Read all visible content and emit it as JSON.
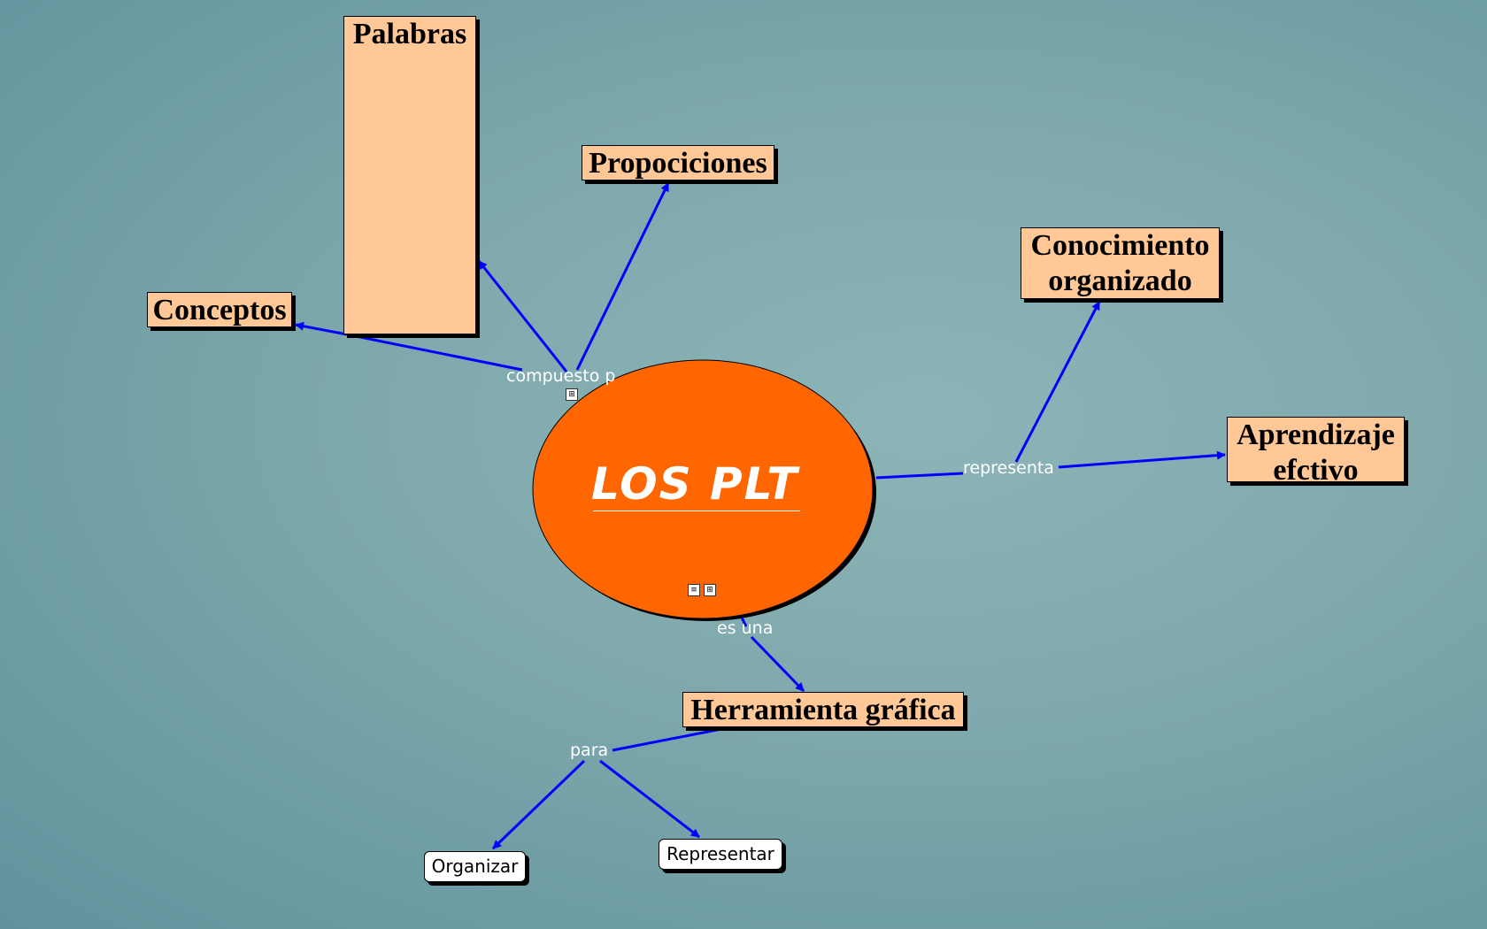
{
  "center": {
    "title": "LOS PLT",
    "fill": "#ff6600"
  },
  "nodes": {
    "palabras": "Palabras",
    "propociciones": "Propociciones",
    "conceptos": "Conceptos",
    "conocimiento": "Conocimiento organizado",
    "aprendizaje": "Aprendizaje efctivo",
    "herramienta": "Herramienta gráfica",
    "organizar": "Organizar",
    "representar": "Representar"
  },
  "links": {
    "compuesto": "compuesto p",
    "representa": "representa",
    "es_una": "es una",
    "para": "para"
  },
  "icons": {
    "concept_map_icon": "concept-map-icon",
    "document_icon": "document-icon"
  },
  "colors": {
    "node_fill": "#ffc896",
    "arrow": "#0000ff",
    "label_text": "#ffffff"
  }
}
